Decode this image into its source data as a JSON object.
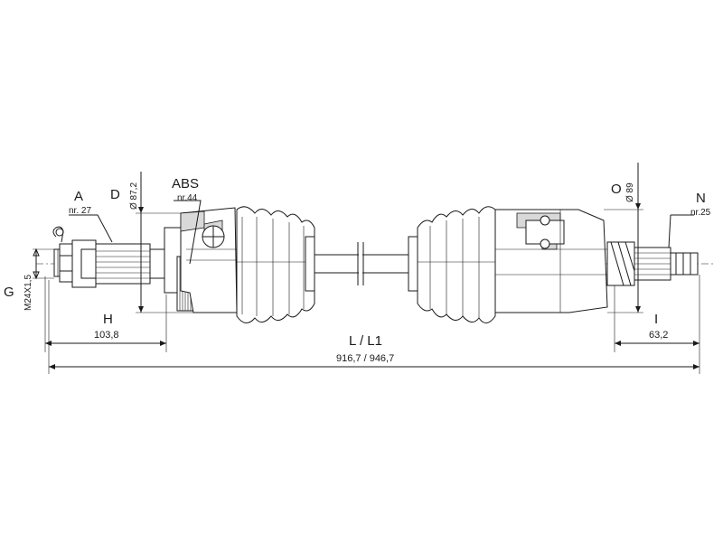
{
  "labels": {
    "a": "A",
    "a_ref": "nr. 27",
    "d": "D",
    "d_dim": "Ø 87,2",
    "abs": "ABS",
    "abs_ref": "nr.44",
    "o": "O",
    "o_dim": "Ø 89",
    "n": "N",
    "n_ref": "nr.25",
    "g": "G",
    "g_thread": "M24X1,5",
    "h": "H",
    "h_dim": "103,8",
    "l": "L / L1",
    "l_dim": "916,7 / 946,7",
    "i": "I",
    "i_dim": "63,2"
  }
}
